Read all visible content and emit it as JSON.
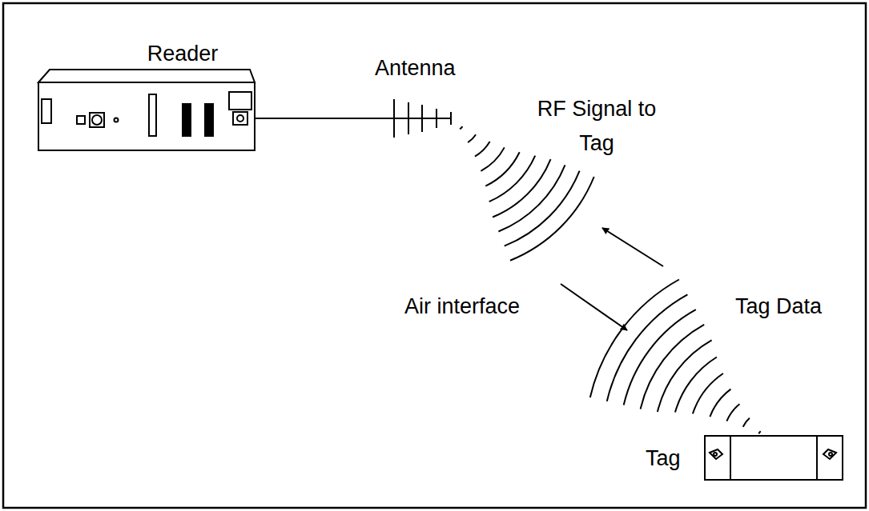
{
  "diagram": {
    "labels": [
      "Reader",
      "Antenna",
      "RF Signal to Tag",
      "Air interface",
      "Tag Data",
      "Tag"
    ]
  }
}
